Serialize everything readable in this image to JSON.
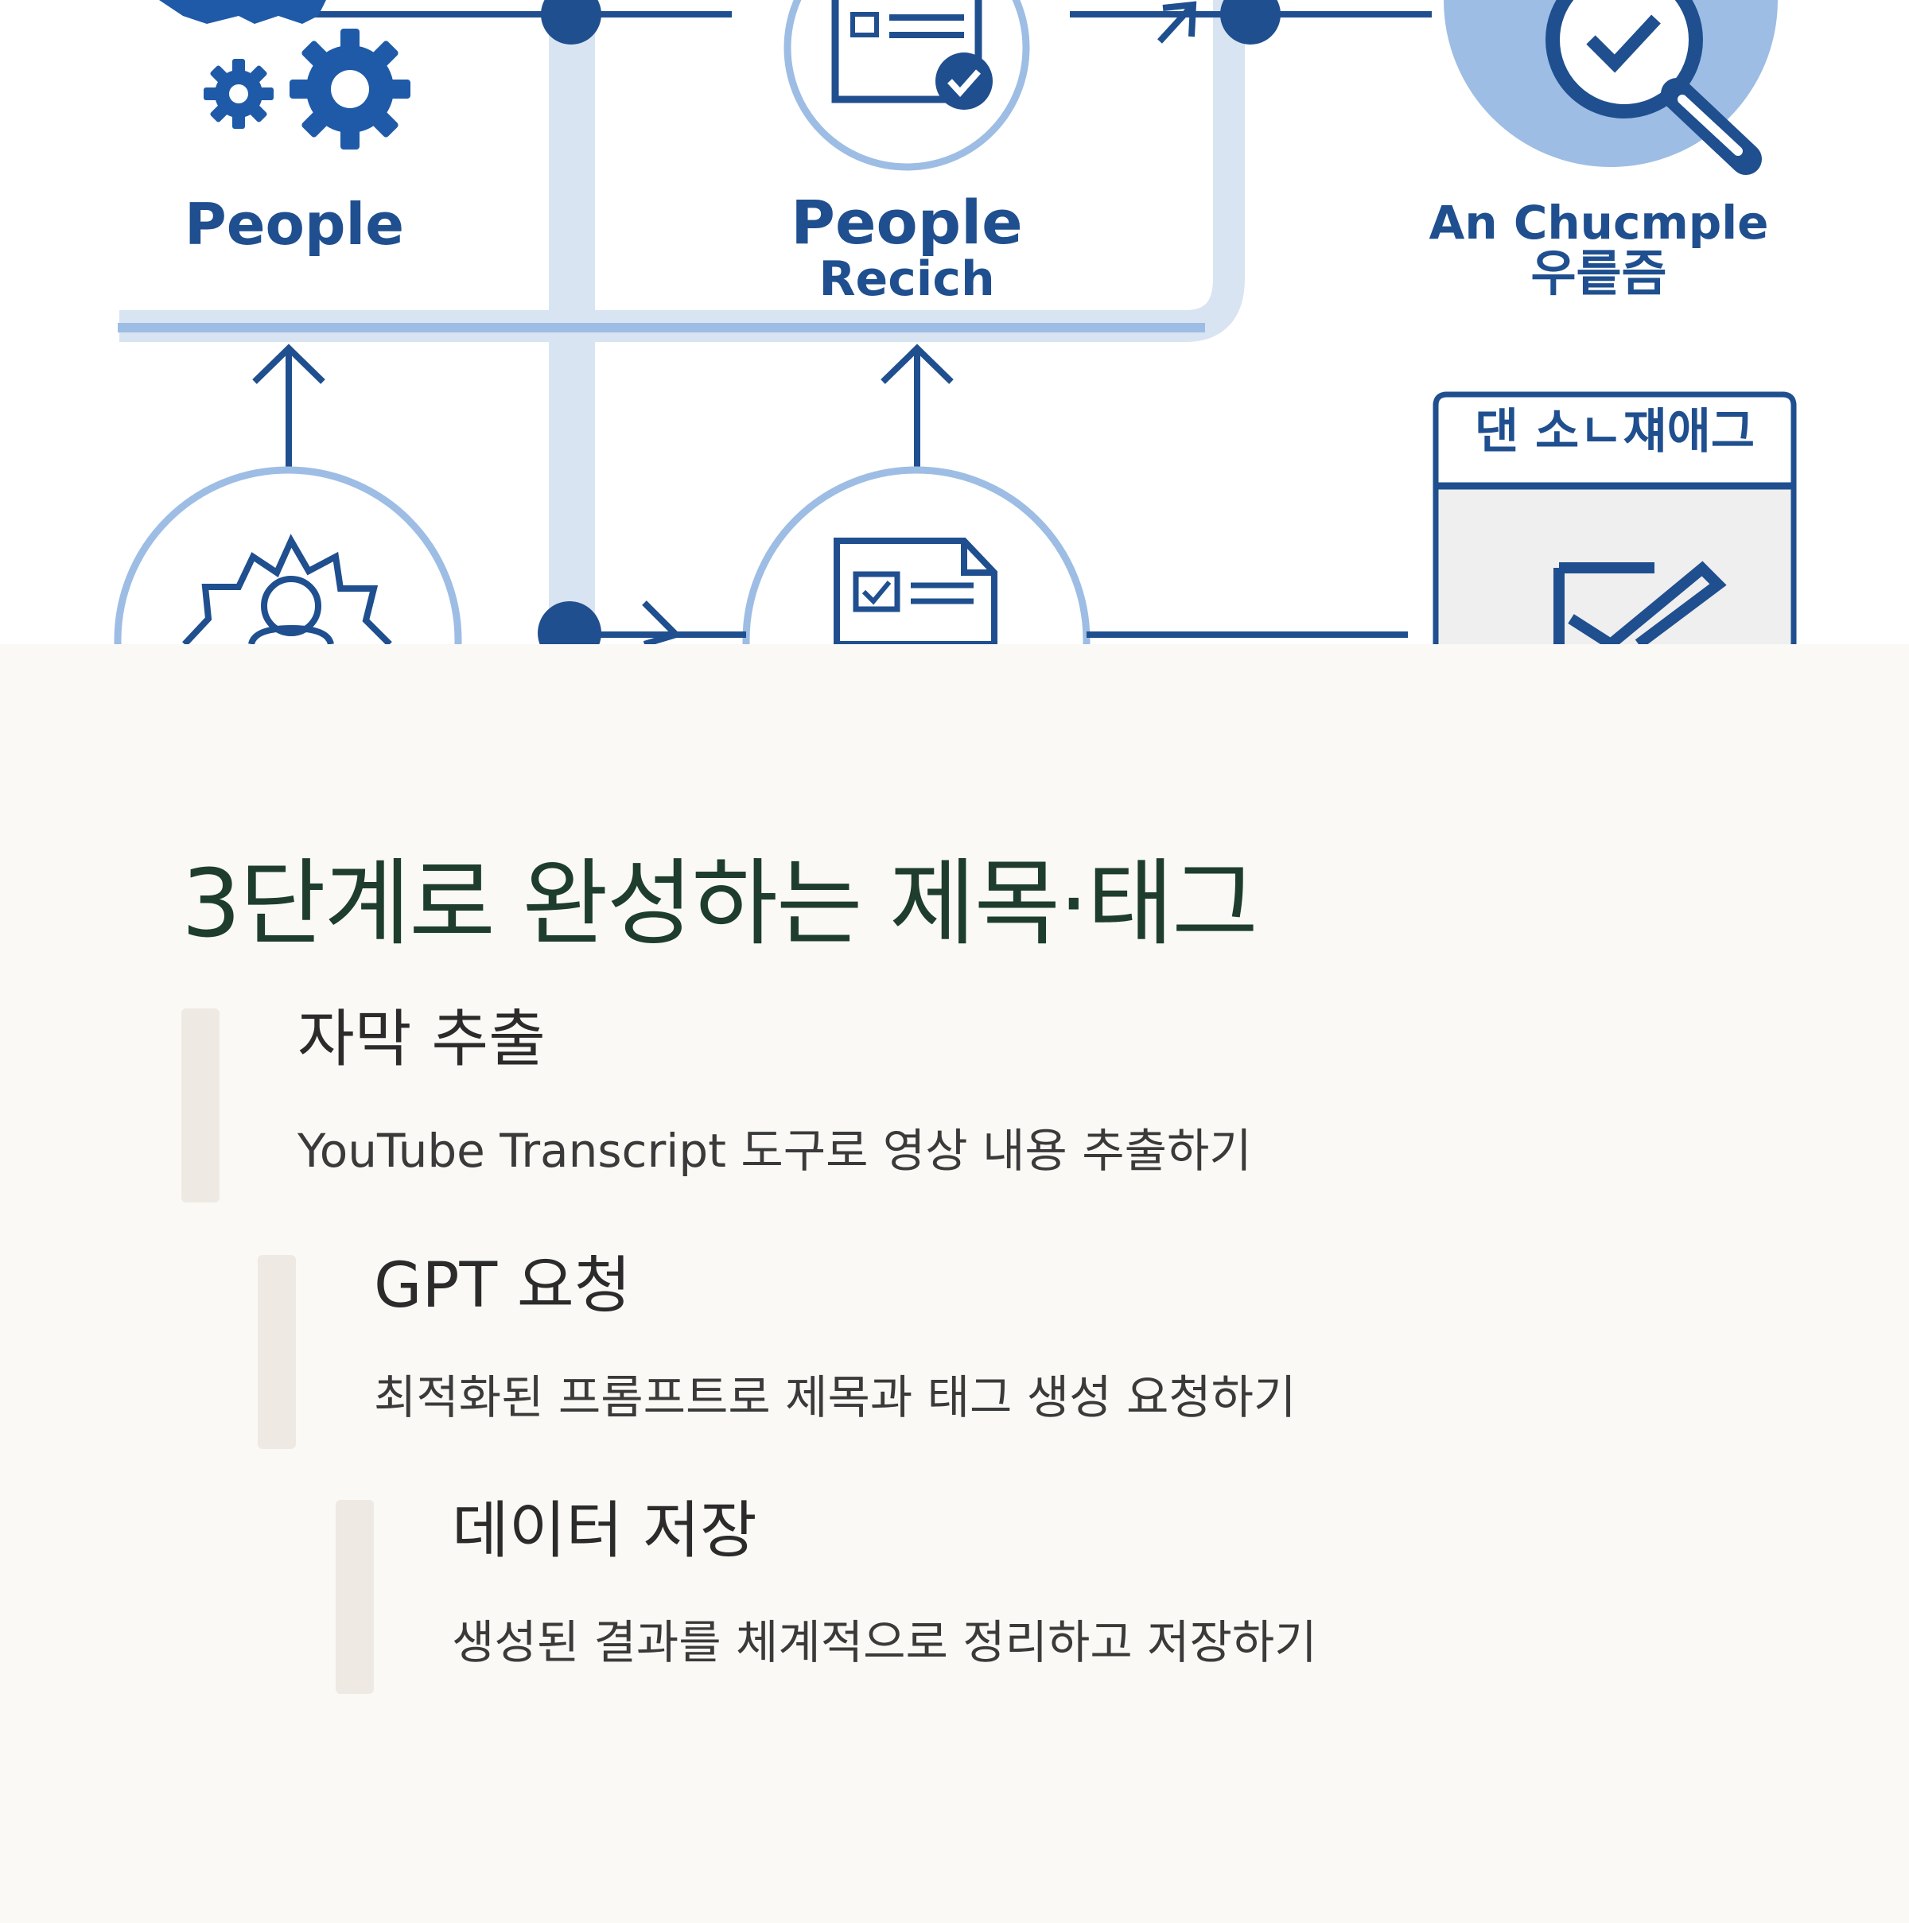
{
  "diagram": {
    "labels": {
      "node1": "People",
      "node2_line1": "People",
      "node2_line2": "Recich",
      "node3_line1": "An Chucmple",
      "node3_line2": "우릍즘",
      "panel_header": "댄 소ㄴ쟤애그"
    },
    "colors": {
      "dark_blue": "#1f4f8f",
      "light_blue": "#9dbde4",
      "pale_blue": "#d8e4f2"
    }
  },
  "content": {
    "title": "3단계로 완성하는 제목·태그",
    "steps": [
      {
        "title": "자막 추출",
        "description": "YouTube Transcript 도구로 영상 내용 추출하기"
      },
      {
        "title": "GPT 요청",
        "description": "최적화된 프롬프트로 제목과 태그 생성 요청하기"
      },
      {
        "title": "데이터 저장",
        "description": "생성된 결과를 체계적으로 정리하고 저장하기"
      }
    ],
    "colors": {
      "background": "#faf9f5",
      "title": "#1e3d2d",
      "bar": "#eeeae3"
    }
  }
}
